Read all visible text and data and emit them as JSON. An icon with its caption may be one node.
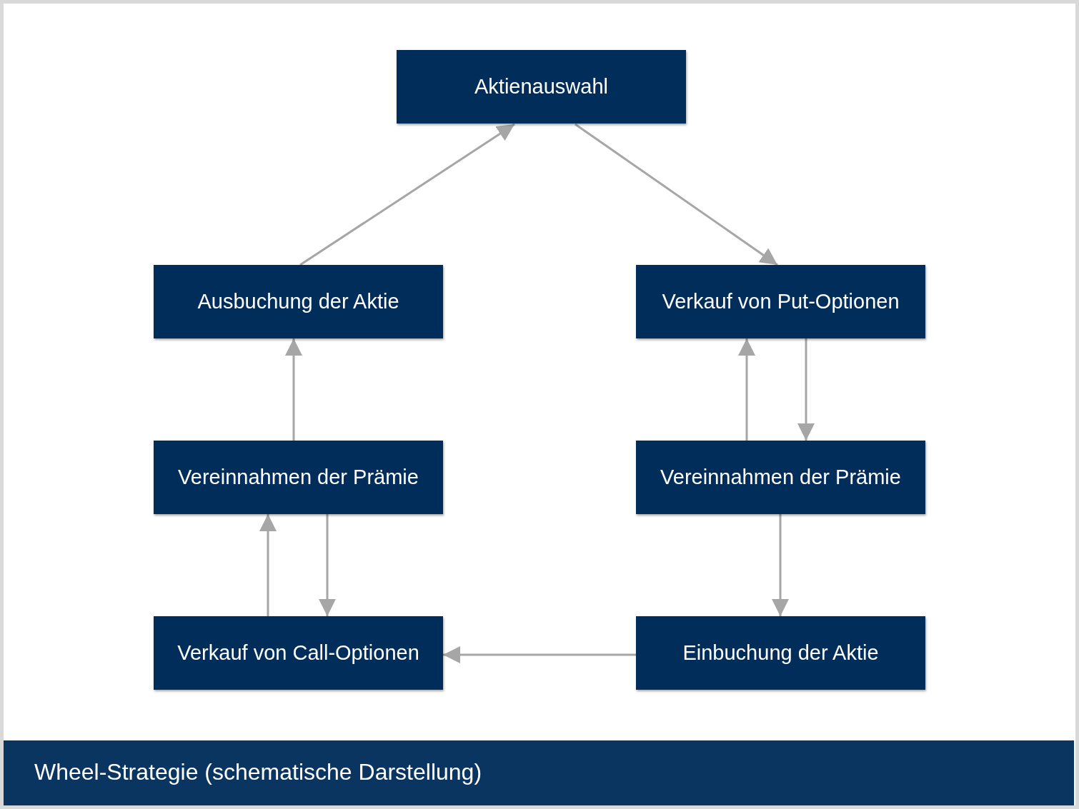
{
  "diagram": {
    "caption": "Wheel-Strategie (schematische Darstellung)",
    "nodes": [
      {
        "text": [
          "Aktienauswahl"
        ]
      },
      {
        "text": [
          "Ausbuchung der Aktie"
        ]
      },
      {
        "text": [
          "Verkauf von Put-Optionen"
        ]
      },
      {
        "text": [
          "Vereinnahmen der Prämie"
        ]
      },
      {
        "text": [
          "Vereinnahmen der Prämie"
        ]
      },
      {
        "text": [
          "Verkauf von Call-Optionen"
        ]
      },
      {
        "text": [
          "Einbuchung der Aktie"
        ]
      }
    ],
    "edges": [
      {
        "from": 1,
        "to": 0,
        "arrow": "to"
      },
      {
        "from": 0,
        "to": 2,
        "arrow": "to"
      },
      {
        "from": 4,
        "to": 2,
        "arrow": "to"
      },
      {
        "from": 2,
        "to": 4,
        "arrow": "to"
      },
      {
        "from": 4,
        "to": 6,
        "arrow": "to"
      },
      {
        "from": 6,
        "to": 5,
        "arrow": "to"
      },
      {
        "from": 5,
        "to": 3,
        "arrow": "to"
      },
      {
        "from": 3,
        "to": 5,
        "arrow": "to"
      },
      {
        "from": 3,
        "to": 1,
        "arrow": "to"
      }
    ]
  }
}
